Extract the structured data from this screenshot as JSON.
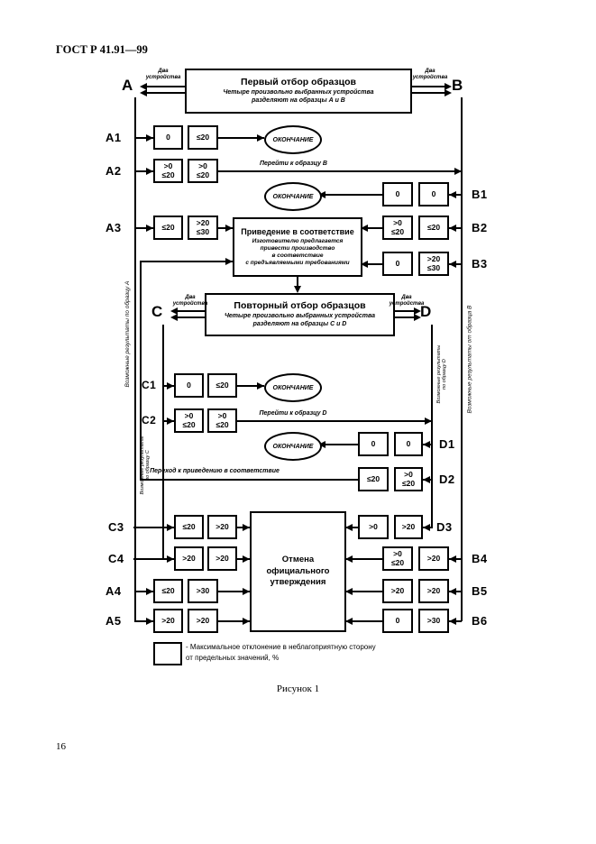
{
  "page": {
    "header": "ГОСТ Р 41.91—99",
    "figure_caption": "Рисунок 1",
    "page_number": "16"
  },
  "colors": {
    "ink": "#000000",
    "paper": "#ffffff"
  },
  "labels": {
    "two_devices": "Два\nустройства",
    "end": "ОКОНЧАНИЕ",
    "to_sample_b": "Перейти к образцу В",
    "to_sample_d": "Перейти к образцу D",
    "to_alignment": "Переход к приведению в соответствие",
    "results_a": "Возможные результаты по образцу А",
    "results_b": "Возможные результаты от образца В",
    "results_c": "Возможные результаты\nпо образцу С",
    "results_d": "Возможные результаты\nпо образцу D",
    "sample_a": "А",
    "sample_b": "В",
    "sample_c": "С",
    "sample_d": "D"
  },
  "first_sampling": {
    "title": "Первый отбор образцов",
    "subtitle": "Четыре произвольно выбранных устройства\nразделяют на образцы А и В"
  },
  "second_sampling": {
    "title": "Повторный отбор образцов",
    "subtitle": "Четыре произвольно выбранных устройства\nразделяют на образцы С и D"
  },
  "alignment": {
    "title": "Приведение в соответствие",
    "body": "Изготовителю предлагается\nпривести производство\nв соответствие\nс предъявляемыми требованиями"
  },
  "withdrawal": {
    "title": "Отмена\nофициального\nутверждения"
  },
  "legend": {
    "note": "- Максимальное отклонение в неблагоприятную сторону\nот предельных значений, %"
  },
  "rows": {
    "A1": {
      "label": "А1",
      "v1": "0",
      "v2": "≤20"
    },
    "A2": {
      "label": "А2",
      "v1": ">0\n≤20",
      "v2": ">0\n≤20"
    },
    "B1": {
      "label": "В1",
      "v1": "0",
      "v2": "0"
    },
    "A3": {
      "label": "А3",
      "v1": "≤20",
      "v2": ">20\n≤30"
    },
    "B2": {
      "label": "В2",
      "v1": ">0\n≤20",
      "v2": "≤20"
    },
    "B3": {
      "label": "В3",
      "v1": "0",
      "v2": ">20\n≤30"
    },
    "C1": {
      "label": "С1",
      "v1": "0",
      "v2": "≤20"
    },
    "C2": {
      "label": "С2",
      "v1": ">0\n≤20",
      "v2": ">0\n≤20"
    },
    "D1": {
      "label": "D1",
      "v1": "0",
      "v2": "0"
    },
    "D2": {
      "label": "D2",
      "v1": "≤20",
      "v2": ">0\n≤20"
    },
    "C3": {
      "label": "С3",
      "v1": "≤20",
      "v2": ">20"
    },
    "D3": {
      "label": "D3",
      "v1": ">0",
      "v2": ">20"
    },
    "C4": {
      "label": "С4",
      "v1": ">20",
      "v2": ">20"
    },
    "B4": {
      "label": "В4",
      "v1": ">0\n≤20",
      "v2": ">20"
    },
    "A4": {
      "label": "А4",
      "v1": "≤20",
      "v2": ">30"
    },
    "B5": {
      "label": "В5",
      "v1": ">20",
      "v2": ">20"
    },
    "A5": {
      "label": "А5",
      "v1": ">20",
      "v2": ">20"
    },
    "B6": {
      "label": "В6",
      "v1": "0",
      "v2": ">30"
    }
  }
}
